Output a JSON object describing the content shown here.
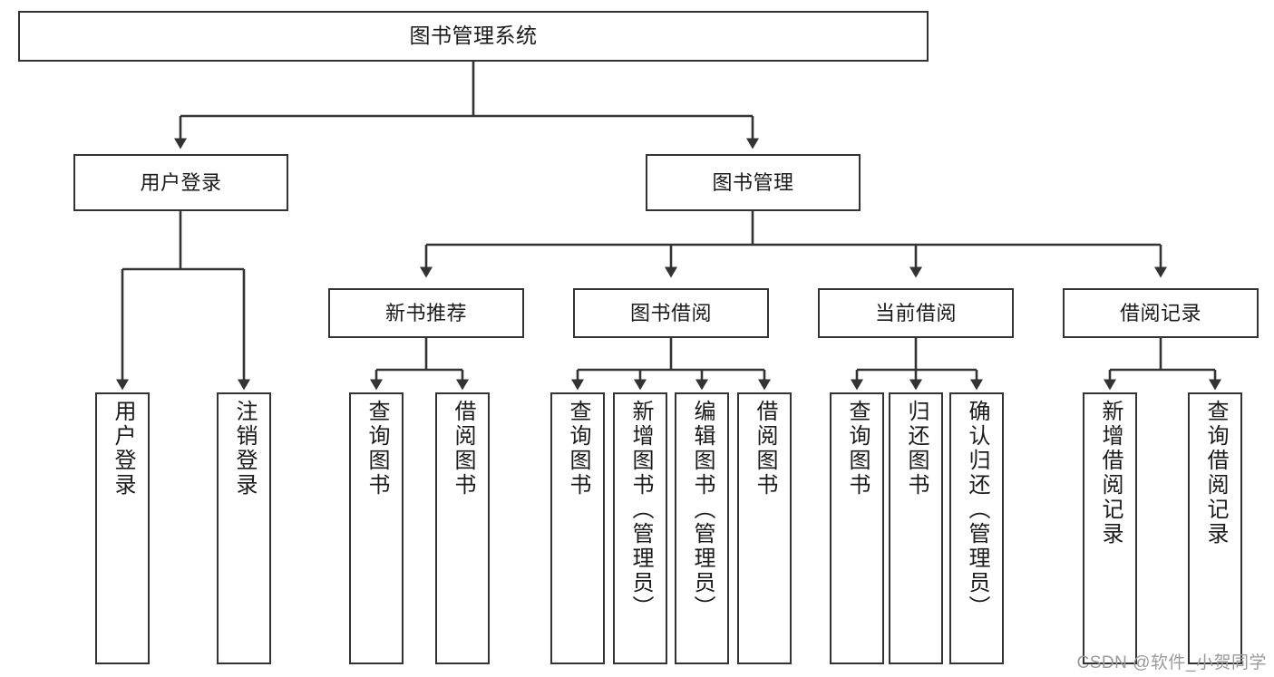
{
  "diagram": {
    "title": "图书管理系统",
    "type": "hierarchy-tree",
    "colors": {
      "box_border": "#333333",
      "box_fill": "#ffffff",
      "edge": "#333333",
      "text": "#1a1a1a",
      "watermark": "#9a9a9a",
      "background": "#ffffff"
    },
    "nodes": {
      "root": {
        "label": "图书管理系统"
      },
      "level2": [
        {
          "id": "user-login",
          "label": "用户登录"
        },
        {
          "id": "book-manage",
          "label": "图书管理"
        }
      ],
      "level3": [
        {
          "id": "new-book-recommend",
          "label": "新书推荐"
        },
        {
          "id": "book-borrow",
          "label": "图书借阅"
        },
        {
          "id": "current-borrow",
          "label": "当前借阅"
        },
        {
          "id": "borrow-record",
          "label": "借阅记录"
        }
      ],
      "leaves_user_login": [
        {
          "id": "leaf-user-login",
          "label": "用户登录"
        },
        {
          "id": "leaf-logout",
          "label": "注销登录"
        }
      ],
      "leaves_new_book_recommend": [
        {
          "id": "leaf-query-book-1",
          "label": "查询图书"
        },
        {
          "id": "leaf-borrow-book-1",
          "label": "借阅图书"
        }
      ],
      "leaves_book_borrow": [
        {
          "id": "leaf-query-book-2",
          "label": "查询图书"
        },
        {
          "id": "leaf-add-book",
          "label": "新增图书（管理员）"
        },
        {
          "id": "leaf-edit-book",
          "label": "编辑图书（管理员）"
        },
        {
          "id": "leaf-borrow-book-2",
          "label": "借阅图书"
        }
      ],
      "leaves_current_borrow": [
        {
          "id": "leaf-query-book-3",
          "label": "查询图书"
        },
        {
          "id": "leaf-return-book",
          "label": "归还图书"
        },
        {
          "id": "leaf-confirm-return",
          "label": "确认归还（管理员）"
        }
      ],
      "leaves_borrow_record": [
        {
          "id": "leaf-add-record",
          "label": "新增借阅记录"
        },
        {
          "id": "leaf-query-record",
          "label": "查询借阅记录"
        }
      ]
    },
    "watermark": "CSDN @软件_小贺同学"
  }
}
